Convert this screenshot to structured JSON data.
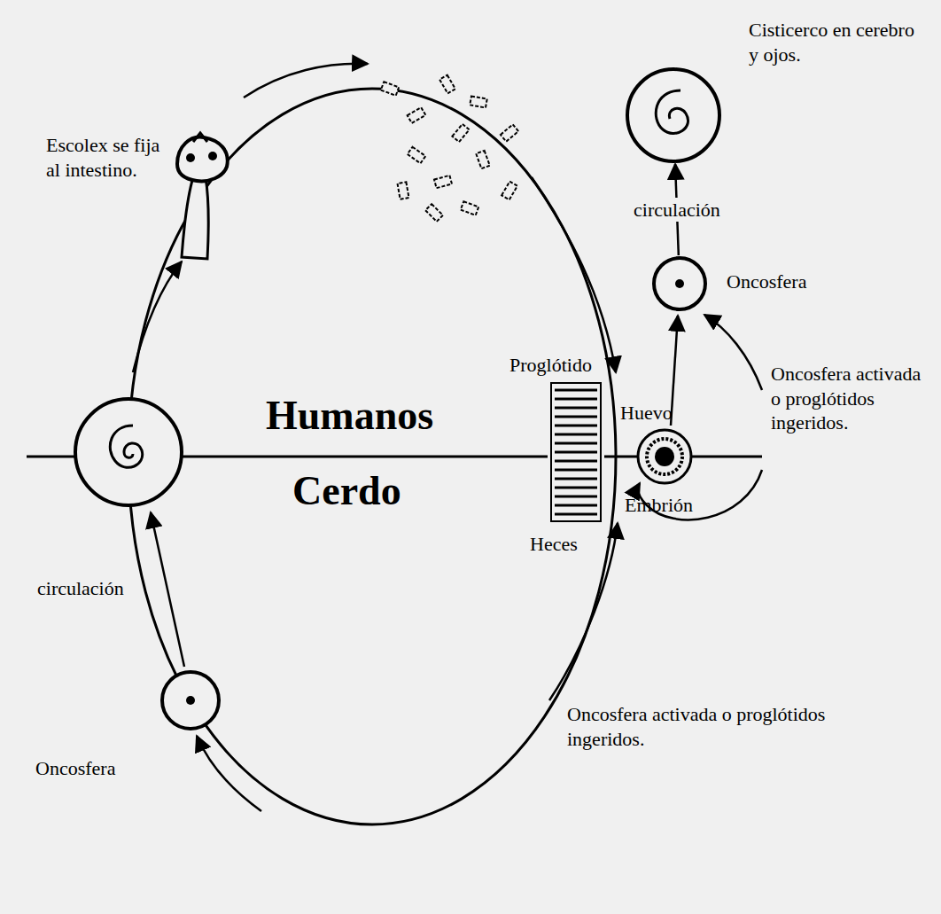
{
  "diagram": {
    "nodes": [
      {
        "text": [
          "Cisticerco en cerebro y ojos."
        ]
      },
      {
        "text": [
          "Oncosfera"
        ]
      },
      {
        "text": [
          "Oncosfera"
        ]
      }
    ],
    "edges": [
      {
        "from": 1,
        "to": 0,
        "arrow": "to",
        "label": "circulación"
      }
    ],
    "labels": [
      "Escolex se fija al intestino.",
      "Humanos",
      "Cerdo",
      "Proglótido",
      "Huevo",
      "Embrión",
      "Heces",
      "circulación",
      "Oncosfera activada o proglótidos ingeridos.",
      "Oncosfera activada o proglótidos ingeridos."
    ]
  }
}
